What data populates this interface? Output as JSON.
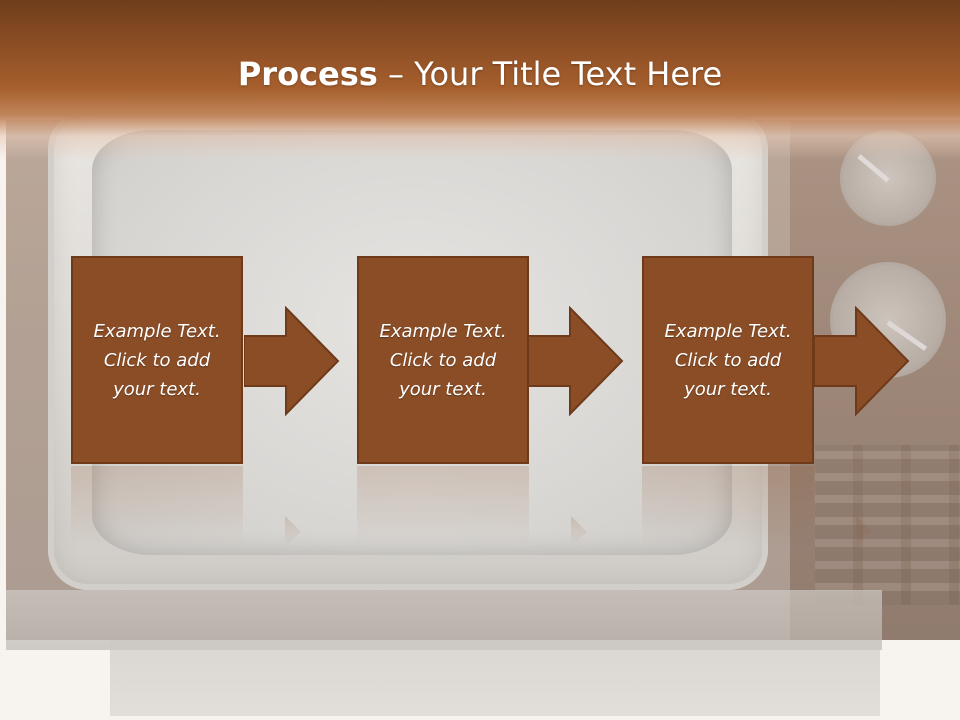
{
  "slide": {
    "title_bold": "Process",
    "title_rest": " – Your Title Text Here",
    "steps": [
      {
        "line1": "Example Text.",
        "line2": "Click  to add",
        "line3": "your text."
      },
      {
        "line1": "Example Text.",
        "line2": "Click  to add",
        "line3": "your text."
      },
      {
        "line1": "Example Text.",
        "line2": "Click  to add",
        "line3": "your text."
      }
    ]
  },
  "colors": {
    "box_fill": "#8a4d26",
    "box_border": "#6e3a1a",
    "header_dark": "#6f3d1b",
    "header_light": "#a65f2d",
    "text": "#ffffff"
  }
}
